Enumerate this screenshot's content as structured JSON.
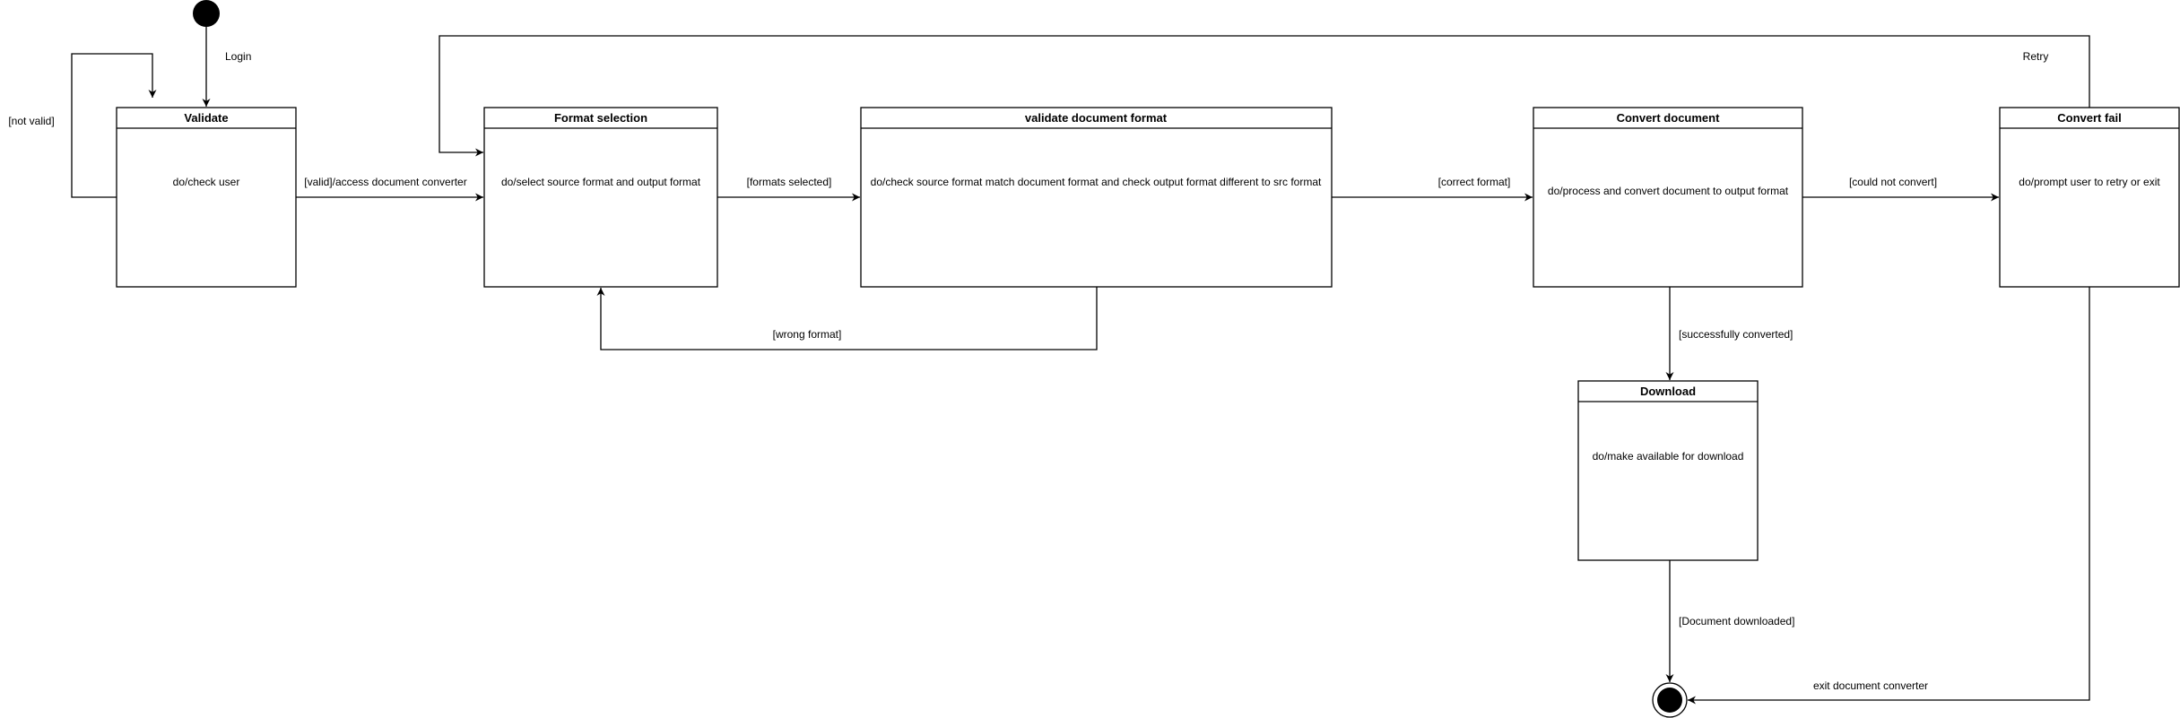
{
  "colors": {
    "stroke": "#000000",
    "background": "#ffffff",
    "node_fill": "#ffffff",
    "pseudo_state_fill": "#000000"
  },
  "states": {
    "validate": {
      "title": "Validate",
      "activity": "do/check user"
    },
    "format_selection": {
      "title": "Format selection",
      "activity": "do/select source format and output format"
    },
    "validate_format": {
      "title": "validate document format",
      "activity": "do/check source format match document format and check output format different to src format"
    },
    "convert": {
      "title": "Convert document",
      "activity": "do/process and convert document to output format"
    },
    "convert_fail": {
      "title": "Convert fail",
      "activity": "do/prompt user to retry or exit"
    },
    "download": {
      "title": "Download",
      "activity": "do/make available for download"
    }
  },
  "transitions": {
    "login": "Login",
    "not_valid": "[not valid]",
    "valid": "[valid]/access document converter",
    "formats_selected": "[formats selected]",
    "wrong_format": "[wrong format]",
    "correct_format": "[correct format]",
    "could_not_convert": "[could not convert]",
    "retry": "Retry",
    "successfully_converted": "[successfully converted]",
    "document_downloaded": "[Document downloaded]",
    "exit": "exit document converter"
  }
}
